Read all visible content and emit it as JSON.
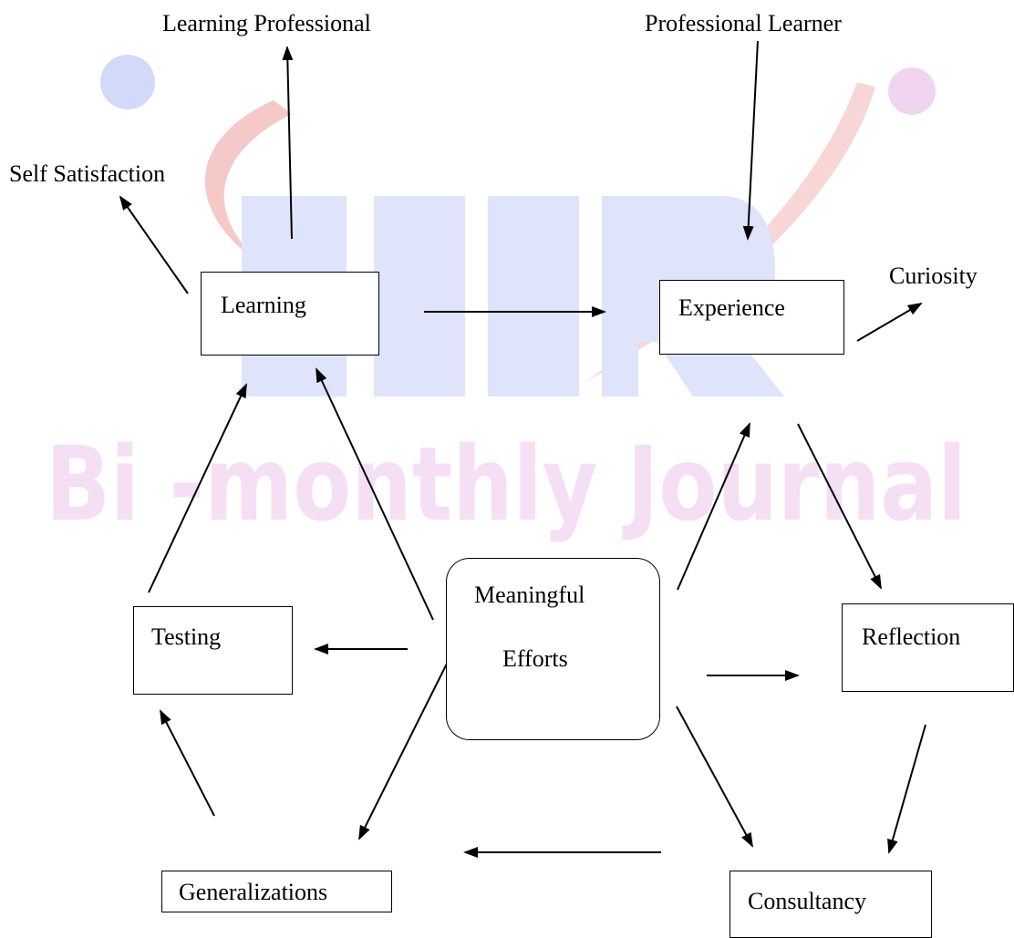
{
  "watermark": {
    "logo_text": "EIIRJ",
    "journal_text": "Bi -monthly Journal",
    "colors": {
      "blue": "#dde3fb",
      "pink": "#f7dff7",
      "red": "#f3b8b8",
      "dot_blue": "#cfd6f7",
      "dot_pink": "#efd2ef"
    }
  },
  "nodes": {
    "learning": "Learning",
    "experience": "Experience",
    "meaningful_line1": "Meaningful",
    "meaningful_line2": "Efforts",
    "testing": "Testing",
    "reflection": "Reflection",
    "generalizations": "Generalizations",
    "consultancy": "Consultancy"
  },
  "outcomes": {
    "learning_professional": "Learning Professional",
    "professional_learner": "Professional Learner",
    "self_satisfaction": "Self Satisfaction",
    "curiosity": "Curiosity"
  },
  "edges": [
    [
      "learning",
      "learning_professional"
    ],
    [
      "learning",
      "self_satisfaction"
    ],
    [
      "professional_learner",
      "experience"
    ],
    [
      "experience",
      "curiosity"
    ],
    [
      "learning",
      "experience"
    ],
    [
      "experience",
      "reflection"
    ],
    [
      "reflection",
      "consultancy"
    ],
    [
      "consultancy",
      "generalizations"
    ],
    [
      "generalizations",
      "testing"
    ],
    [
      "testing",
      "learning"
    ],
    [
      "meaningful_efforts",
      "learning"
    ],
    [
      "meaningful_efforts",
      "testing"
    ],
    [
      "meaningful_efforts",
      "generalizations"
    ],
    [
      "meaningful_efforts",
      "experience"
    ],
    [
      "meaningful_efforts",
      "reflection"
    ],
    [
      "meaningful_efforts",
      "consultancy"
    ]
  ]
}
